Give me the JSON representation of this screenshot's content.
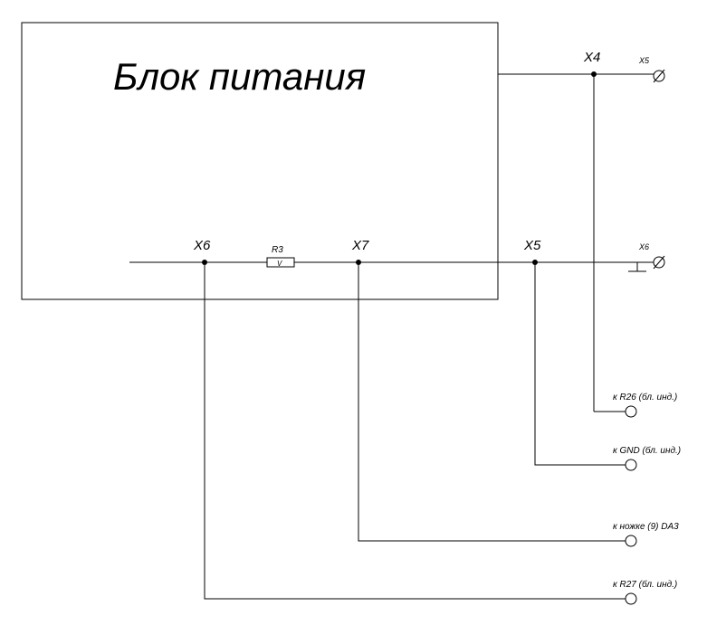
{
  "block": {
    "title": "Блок питания"
  },
  "resistor": {
    "label": "R3",
    "mark": "V"
  },
  "nodes": {
    "x4": "X4",
    "x5": "X5",
    "x6": "X6",
    "x7": "X7"
  },
  "terminals": {
    "top_label": "X5",
    "right_label": "X6",
    "r26": "к  R26 (бл. инд.)",
    "gnd": "к  GND (бл. инд.)",
    "da3": "к ножке (9)  DA3",
    "r27": "к R27 (бл. инд.)"
  }
}
